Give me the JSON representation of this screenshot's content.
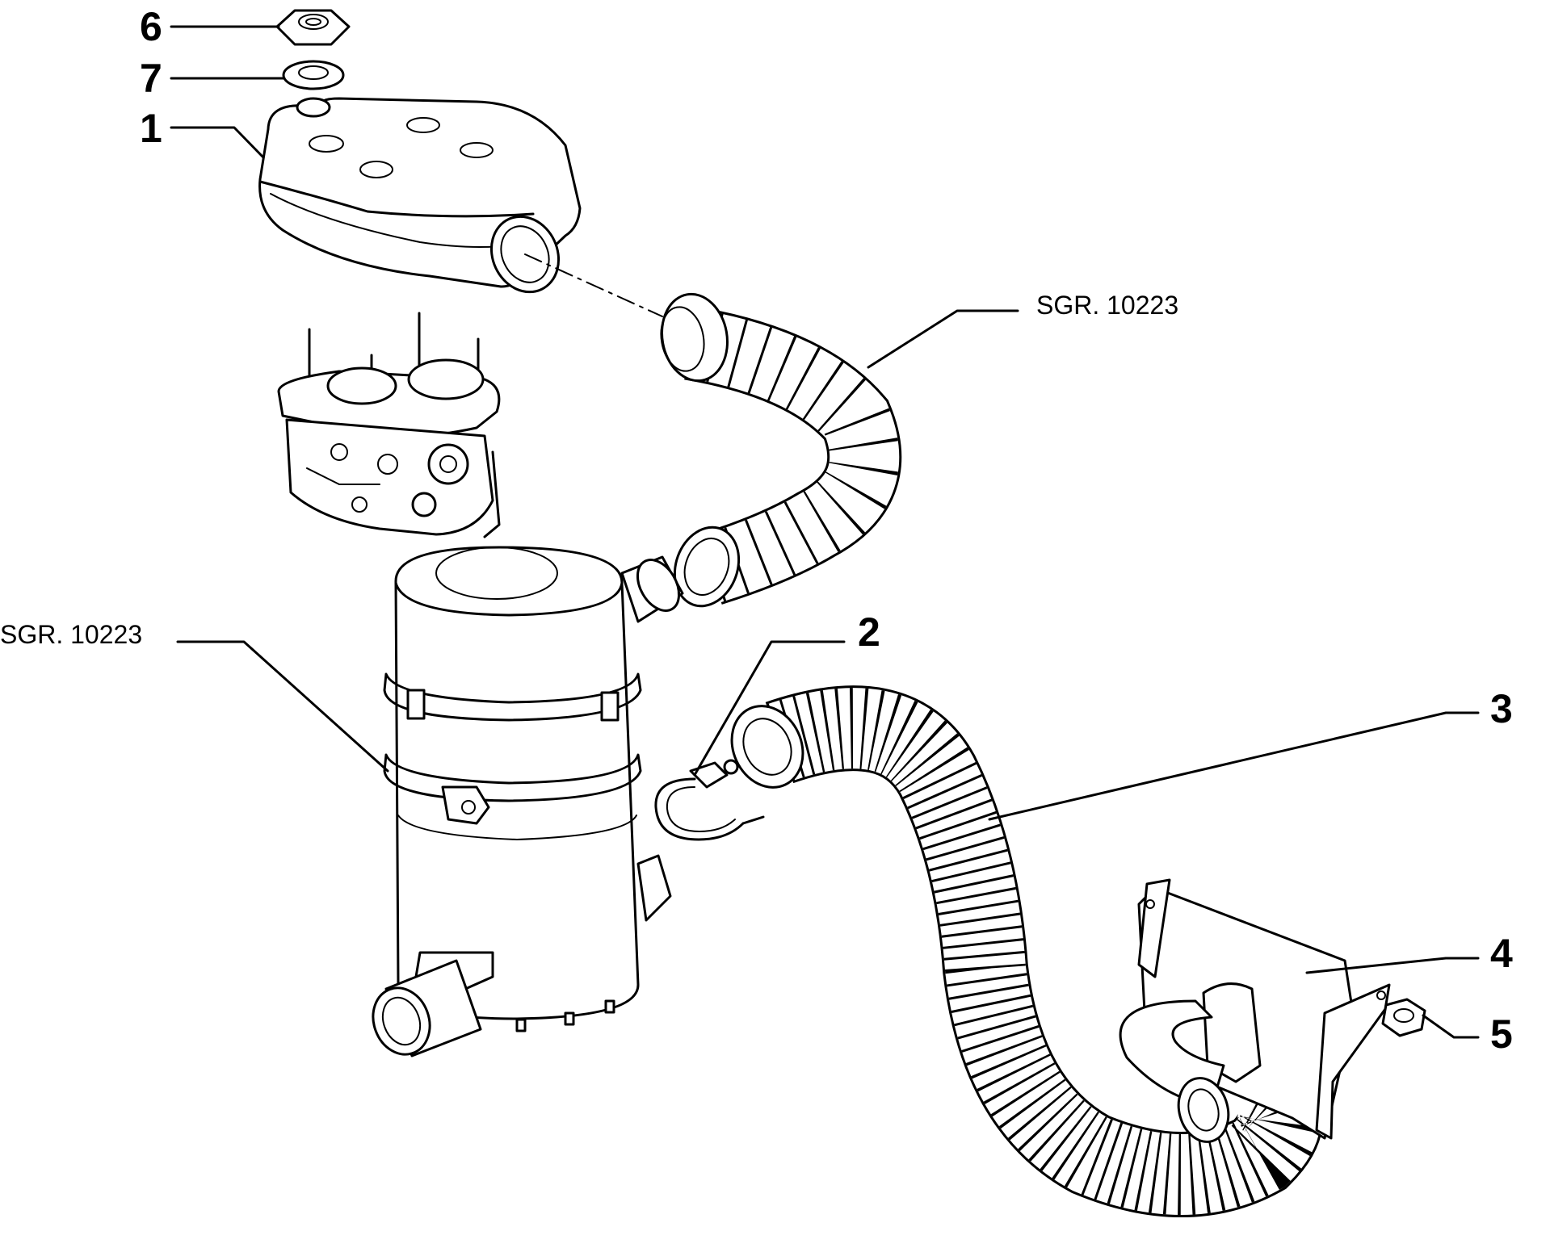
{
  "callouts": {
    "c1": "1",
    "c2": "2",
    "c3": "3",
    "c4": "4",
    "c5": "5",
    "c6": "6",
    "c7": "7",
    "ref_top": "SGR. 10223",
    "ref_left": "SGR. 10223"
  }
}
